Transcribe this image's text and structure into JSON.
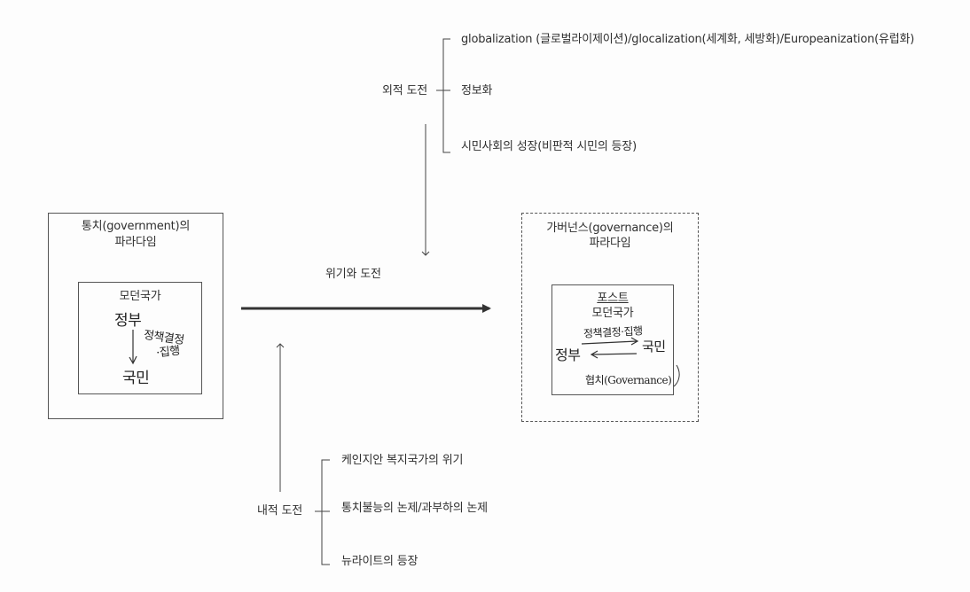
{
  "external_challenges": {
    "label": "외적 도전",
    "items": [
      "globalization (글로벌라이제이션)/glocalization(세계화, 세방화)/Europeanization(유럽화)",
      "정보화",
      "시민사회의 성장(비판적 시민의 등장)"
    ]
  },
  "internal_challenges": {
    "label": "내적 도전",
    "items": [
      "케인지안 복지국가의 위기",
      "통치불능의 논제/과부하의 논제",
      "뉴라이트의 등장"
    ]
  },
  "transition_label": "위기와 도전",
  "government_paradigm": {
    "title_line1": "통치(government)의",
    "title_line2": "파라다임",
    "inner_title": "모던국가",
    "hand_government": "정부",
    "hand_policy_line1": "정책결정",
    "hand_policy_line2": "·집행",
    "hand_people": "국민"
  },
  "governance_paradigm": {
    "title_line1": "가버넌스(governance)의",
    "title_line2": "파라다임",
    "inner_title_line1": "포스트",
    "inner_title_line2": "모던국가",
    "hand_policy": "정책결정·집행",
    "hand_government": "정부",
    "hand_people": "국민",
    "hand_cooperation": "협치(Governance)"
  }
}
